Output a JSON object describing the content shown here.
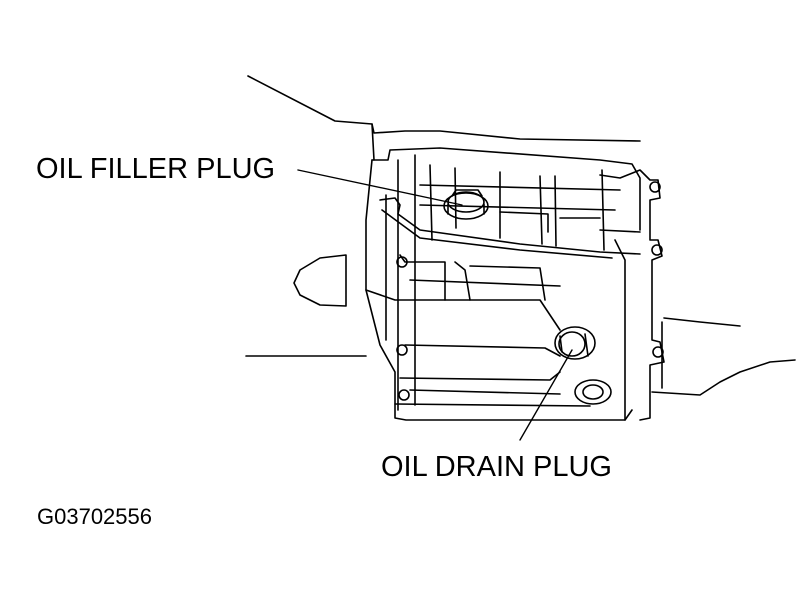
{
  "diagram": {
    "labels": {
      "oil_filler_plug": "OIL FILLER PLUG",
      "oil_drain_plug": "OIL DRAIN PLUG"
    },
    "figure_code": "G03702556",
    "colors": {
      "ink": "#000000",
      "paper": "#ffffff"
    }
  }
}
